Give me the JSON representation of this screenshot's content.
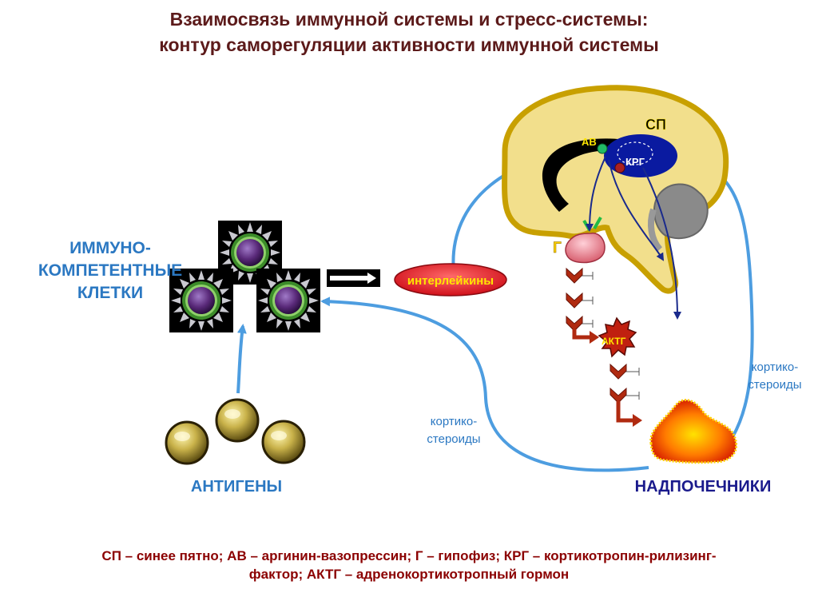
{
  "title": {
    "line1": "Взаимосвязь иммунной системы и стресс-системы:",
    "line2": "контур саморегуляции активности иммунной системы"
  },
  "labels": {
    "immune_line1": "ИММУНО-",
    "immune_line2": "КОМПЕТЕНТНЫЕ",
    "immune_line3": "КЛЕТКИ",
    "antigens": "АНТИГЕНЫ",
    "adrenals": "НАДПОЧЕЧНИКИ",
    "interleukins": "интерлейкины",
    "sp": "СП",
    "av": "АВ",
    "krg": "КРГ",
    "g": "Г",
    "actg": "АКТГ",
    "cortico_left_1": "кортико-",
    "cortico_left_2": "стероиды",
    "cortico_right_1": "кортико-",
    "cortico_right_2": "стероиды"
  },
  "footer": {
    "line1": "СП – синее пятно; АВ – аргинин-вазопрессин; Г – гипофиз; КРГ – кортикотропин-рилизинг-",
    "line2": "фактор; АКТГ – адренокортикотропный гормон"
  },
  "colors": {
    "title": "#5c1a1a",
    "label_blue": "#2b78c2",
    "label_navy": "#1a1a8c",
    "footer": "#8b0000",
    "arrow_blue": "#4d9de0",
    "brain_outline": "#c8a000",
    "brain_fill": "#f2df8c",
    "sp_blue": "#0a1aa0",
    "chevron_red": "#b02a10",
    "interleukin_red": "#e8141e",
    "cell_purple": "#5a2a7a",
    "cell_ring": "#3c8c2a",
    "antigen_gold": "#c9b24a"
  },
  "icons": [
    "immune-cell-icon",
    "antigen-icon",
    "brain-icon",
    "pituitary-icon",
    "adrenal-icon",
    "white-arrow-icon"
  ]
}
